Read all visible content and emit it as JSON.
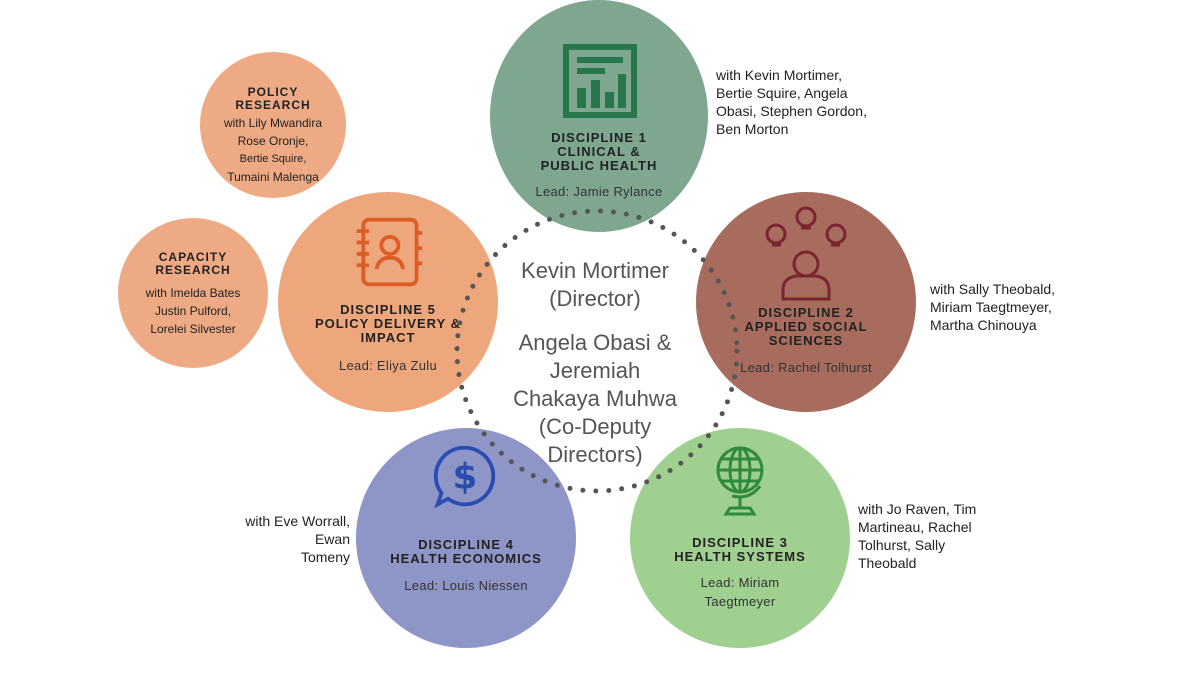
{
  "colors": {
    "discipline1": "#7fa68f",
    "discipline2": "#a76c5e",
    "discipline3": "#9fd090",
    "discipline4": "#8e95c7",
    "discipline5": "#eea77c",
    "policy_research": "#eeaa84",
    "capacity_research": "#eeaa84",
    "icon1": "#28774c",
    "icon2": "#7a2530",
    "icon3": "#2f8a3a",
    "icon4": "#2a4cb0",
    "icon5": "#dc5d26",
    "dots": "#555555"
  },
  "center": {
    "director_line1": "Kevin Mortimer",
    "director_line2": "(Director)",
    "deputies_line1": "Angela Obasi &",
    "deputies_line2": "Jeremiah",
    "deputies_line3": "Chakaya Muhwa",
    "deputies_line4": "(Co-Deputy",
    "deputies_line5": "Directors)"
  },
  "disciplines": {
    "d1": {
      "title1": "DISCIPLINE 1",
      "title2": "CLINICAL &",
      "title3": "PUBLIC HEALTH",
      "lead": "Lead: Jamie Rylance",
      "icon": "bar-chart-icon",
      "with": [
        "with Kevin Mortimer,",
        "Bertie Squire, Angela",
        "Obasi, Stephen Gordon,",
        "Ben Morton"
      ]
    },
    "d2": {
      "title1": "DISCIPLINE 2",
      "title2": "APPLIED SOCIAL",
      "title3": "SCIENCES",
      "lead": "Lead: Rachel Tolhurst",
      "icon": "person-ideas-icon",
      "with": [
        "with Sally Theobald,",
        "Miriam  Taegtmeyer,",
        "Martha Chinouya"
      ]
    },
    "d3": {
      "title1": "DISCIPLINE 3",
      "title2": "HEALTH SYSTEMS",
      "lead1": "Lead: Miriam",
      "lead2": "Taegtmeyer",
      "icon": "globe-icon",
      "with": [
        "with Jo Raven, Tim",
        "Martineau, Rachel",
        "Tolhurst, Sally",
        "Theobald"
      ]
    },
    "d4": {
      "title1": "DISCIPLINE 4",
      "title2": "HEALTH ECONOMICS",
      "lead": "Lead: Louis Niessen",
      "icon": "dollar-chat-icon",
      "with": [
        "with Eve Worrall,",
        "Ewan",
        "Tomeny"
      ]
    },
    "d5": {
      "title1": "DISCIPLINE 5",
      "title2": "POLICY DELIVERY &",
      "title3": "IMPACT",
      "lead": "Lead: Eliya Zulu",
      "icon": "notebook-icon"
    }
  },
  "policy_research": {
    "title1": "POLICY",
    "title2": "RESEARCH",
    "lines": [
      "with Lily Mwandira",
      "Rose Oronje,",
      "Bertie Squire,",
      "Tumaini Malenga"
    ]
  },
  "capacity_research": {
    "title1": "CAPACITY",
    "title2": "RESEARCH",
    "lines": [
      "with Imelda Bates",
      "Justin Pulford,",
      "Lorelei Silvester"
    ]
  }
}
